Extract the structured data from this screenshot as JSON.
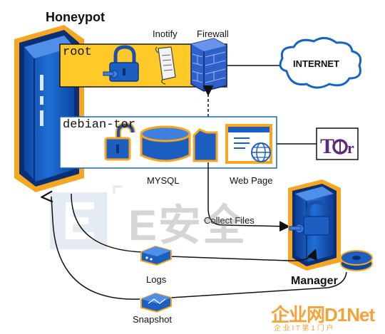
{
  "diagram": {
    "honeypot_title": "Honeypot",
    "root_label": "root",
    "debian_label": "debian-tor",
    "inotify_label": "Inotify",
    "firewall_label": "Firewall",
    "internet_label": "INTERNET",
    "mysql_label": "MYSQL",
    "webpage_label": "Web Page",
    "collect_files_label": "Collect Files",
    "logs_label": "Logs",
    "snapshot_label": "Snapshot",
    "manager_label": "Manager",
    "tor_logo_text": "Tor"
  },
  "watermark": {
    "center_text": "E安全",
    "brand_main": "企业网D1Net",
    "brand_sub": "企 业 I T 第 1 门 户"
  },
  "colors": {
    "server_blue": "#1565c0",
    "server_dark": "#0d47a1",
    "server_orange": "#f5a623",
    "root_fill": "#ffc928",
    "firewall_blue": "#2f5fc9",
    "line_black": "#111111"
  }
}
